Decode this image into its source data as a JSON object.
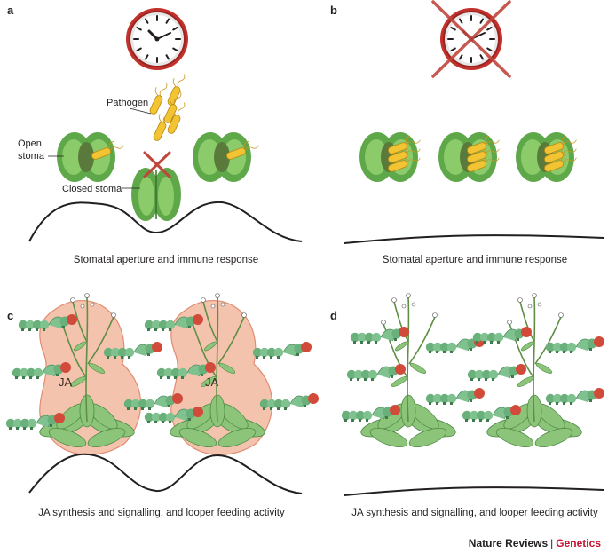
{
  "panels": {
    "a": {
      "letter": "a",
      "caption": "Stomatal aperture and immune response",
      "labels": {
        "pathogen": "Pathogen",
        "open_stoma_1": "Open",
        "open_stoma_2": "stoma",
        "closed_stoma": "Closed stoma"
      }
    },
    "b": {
      "letter": "b",
      "caption": "Stomatal aperture and immune response"
    },
    "c": {
      "letter": "c",
      "caption": "JA synthesis and signalling, and looper feeding activity",
      "ja_label": "JA"
    },
    "d": {
      "letter": "d",
      "caption": "JA synthesis and signalling, and looper feeding activity"
    }
  },
  "footer": {
    "publisher": "Nature Reviews",
    "separator": "|",
    "journal": "Genetics"
  },
  "colors": {
    "stoma_green": "#7dbf5f",
    "pathogen_yellow": "#f2c332",
    "clock_red": "#c2312b",
    "ja_halo": "#f4c3ad",
    "caterpillar": "#7fc28f",
    "journal_red": "#c8102e"
  },
  "icons": [
    "clock-icon",
    "cross-mark-icon",
    "stoma-icon",
    "pathogen-bacterium-icon",
    "plant-icon",
    "caterpillar-icon"
  ]
}
